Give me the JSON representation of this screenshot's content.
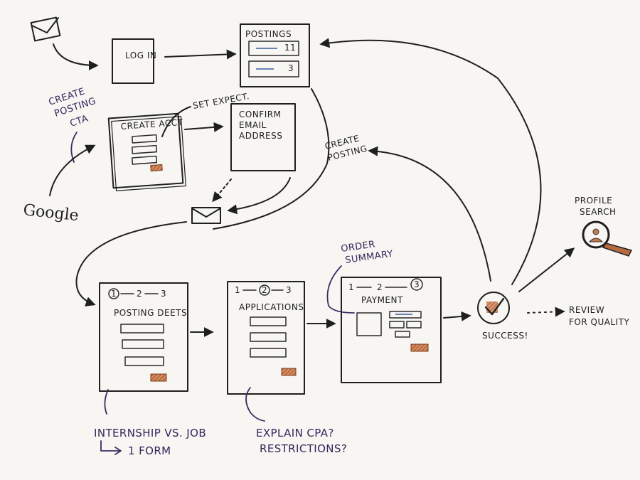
{
  "sketch": {
    "login": "LOG IN",
    "postings": "POSTINGS",
    "postings_counts": [
      "11",
      "3"
    ],
    "create_acct": "CREATE ACCT",
    "set_expect": "SET EXPECT.",
    "confirm_email": [
      "CONFIRM",
      "EMAIL",
      "ADDRESS"
    ],
    "create_posting_cta": [
      "CREATE",
      "POSTING",
      "CTA"
    ],
    "google": "Google",
    "create_posting": [
      "CREATE",
      "POSTING"
    ],
    "profile_search": [
      "PROFILE",
      "SEARCH"
    ],
    "order_summary": [
      "ORDER",
      "SUMMARY"
    ],
    "step1": {
      "stepper": [
        "1",
        "2",
        "3"
      ],
      "title": "POSTING DEETS"
    },
    "step2": {
      "stepper": [
        "1",
        "2",
        "3"
      ],
      "title": "APPLICATIONS"
    },
    "step3": {
      "stepper": [
        "1",
        "2",
        "3"
      ],
      "title": "PAYMENT"
    },
    "success": "SUCCESS!",
    "review": [
      "REVIEW",
      "FOR QUALITY"
    ],
    "note_internship": [
      "INTERNSHIP VS. JOB",
      "1 FORM"
    ],
    "note_cta": [
      "EXPLAIN CPA?",
      "RESTRICTIONS?"
    ]
  },
  "colors": {
    "ink": "#1f1f1f",
    "purple_ink": "#35245a",
    "orange_marker": "#c77a4e",
    "blue_marker": "#3a5a9c"
  }
}
